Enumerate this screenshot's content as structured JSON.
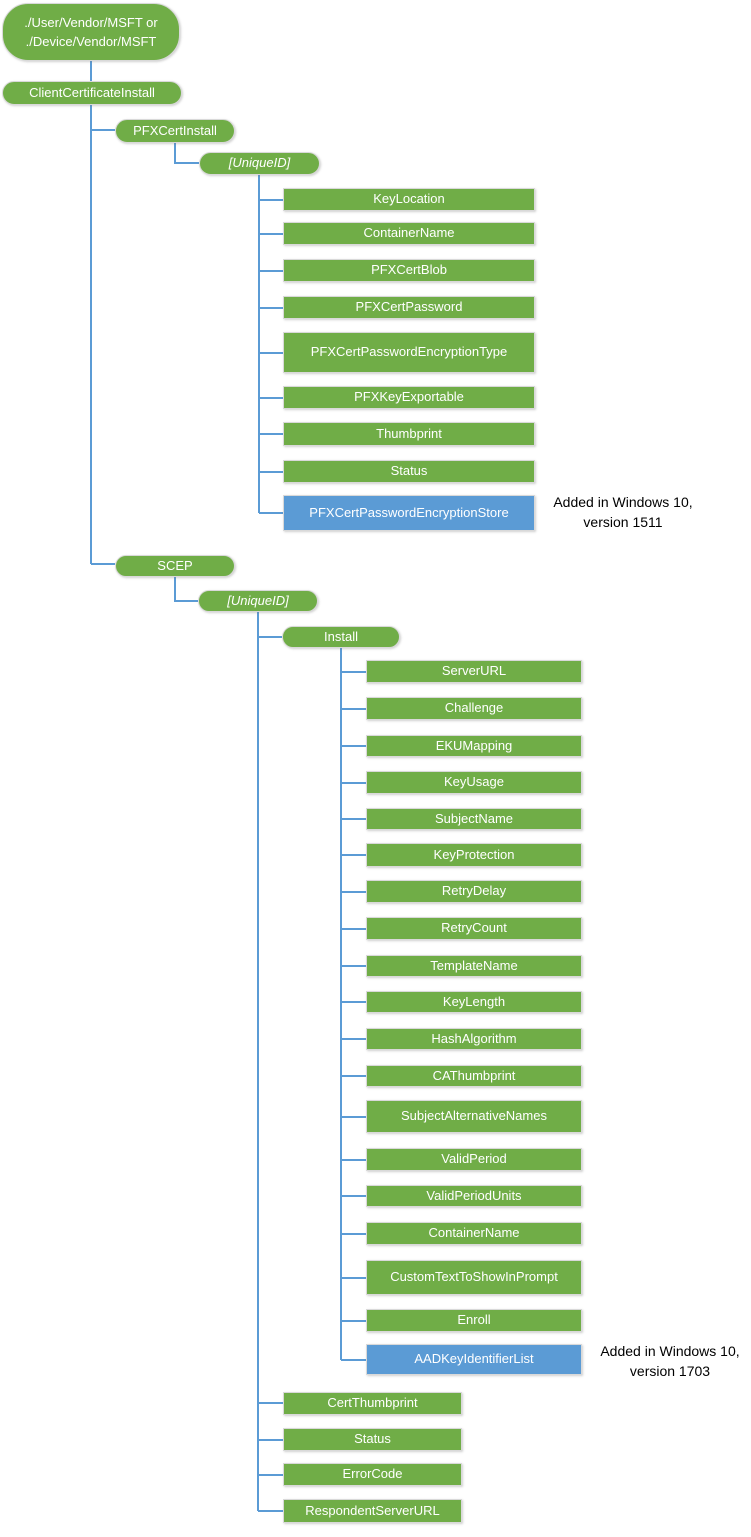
{
  "colors": {
    "node_green": "#70AD47",
    "node_blue": "#5B9BD5",
    "connector_blue": "#5B9BD5",
    "text_on_node": "#ffffff",
    "annotation_text": "#000000"
  },
  "root": {
    "line1": "./User/Vendor/MSFT or",
    "line2": "./Device/Vendor/MSFT"
  },
  "nodes": {
    "clientCertificateInstall": "ClientCertificateInstall",
    "pfxCertInstall": "PFXCertInstall",
    "pfxUniqueId": "[UniqueID]",
    "pfxLeaves": [
      "KeyLocation",
      "ContainerName",
      "PFXCertBlob",
      "PFXCertPassword",
      "PFXCertPasswordEncryptionType",
      "PFXKeyExportable",
      "Thumbprint",
      "Status",
      "PFXCertPasswordEncryptionStore"
    ],
    "scep": "SCEP",
    "scepUniqueId": "[UniqueID]",
    "install": "Install",
    "installLeaves": [
      "ServerURL",
      "Challenge",
      "EKUMapping",
      "KeyUsage",
      "SubjectName",
      "KeyProtection",
      "RetryDelay",
      "RetryCount",
      "TemplateName",
      "KeyLength",
      "HashAlgorithm",
      "CAThumbprint",
      "SubjectAlternativeNames",
      "ValidPeriod",
      "ValidPeriodUnits",
      "ContainerName",
      "CustomTextToShowInPrompt",
      "Enroll",
      "AADKeyIdentifierList"
    ],
    "scepLeaves": [
      "CertThumbprint",
      "Status",
      "ErrorCode",
      "RespondentServerURL"
    ]
  },
  "annotations": {
    "v1511": {
      "line1": "Added in Windows 10,",
      "line2": "version 1511"
    },
    "v1703": {
      "line1": "Added in Windows 10,",
      "line2": "version 1703"
    }
  }
}
